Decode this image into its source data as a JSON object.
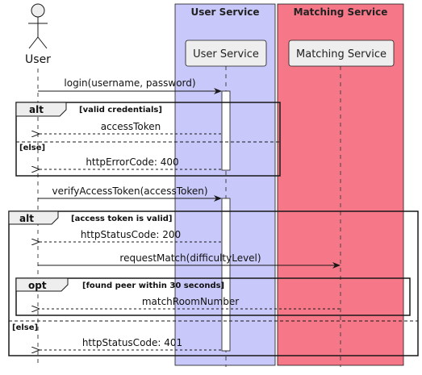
{
  "participants": {
    "user": {
      "label": "User"
    },
    "user_service": {
      "label": "User Service"
    },
    "matching_service": {
      "label": "Matching Service"
    }
  },
  "boxes": {
    "user_service": {
      "title": "User Service",
      "color": "#C8C8FA"
    },
    "matching_service": {
      "title": "Matching Service",
      "color": "#F67888"
    }
  },
  "messages": [
    {
      "text": "login(username, password)",
      "from": "User",
      "to": "User Service",
      "style": "solid"
    },
    {
      "text": "accessToken",
      "from": "User Service",
      "to": "User",
      "style": "dashed"
    },
    {
      "text": "httpErrorCode: 400",
      "from": "User Service",
      "to": "User",
      "style": "dashed"
    },
    {
      "text": "verifyAccessToken(accessToken)",
      "from": "User",
      "to": "User Service",
      "style": "solid"
    },
    {
      "text": "httpStatusCode: 200",
      "from": "User Service",
      "to": "User",
      "style": "dashed"
    },
    {
      "text": "requestMatch(difficultyLevel)",
      "from": "User",
      "to": "Matching Service",
      "style": "solid"
    },
    {
      "text": "matchRoomNumber",
      "from": "Matching Service",
      "to": "User",
      "style": "dashed"
    },
    {
      "text": "httpStatusCode: 401",
      "from": "User Service",
      "to": "User",
      "style": "dashed"
    }
  ],
  "fragments": {
    "alt1": {
      "keyword": "alt",
      "condition": "[valid credentials]",
      "else": "[else]"
    },
    "alt2": {
      "keyword": "alt",
      "condition": "[access token is valid]",
      "else": "[else]"
    },
    "opt1": {
      "keyword": "opt",
      "condition": "[found peer within 30 seconds]"
    }
  },
  "colors": {
    "line": "#181818",
    "lifeline": "#444444",
    "participant_fill": "#EEEEEE"
  }
}
